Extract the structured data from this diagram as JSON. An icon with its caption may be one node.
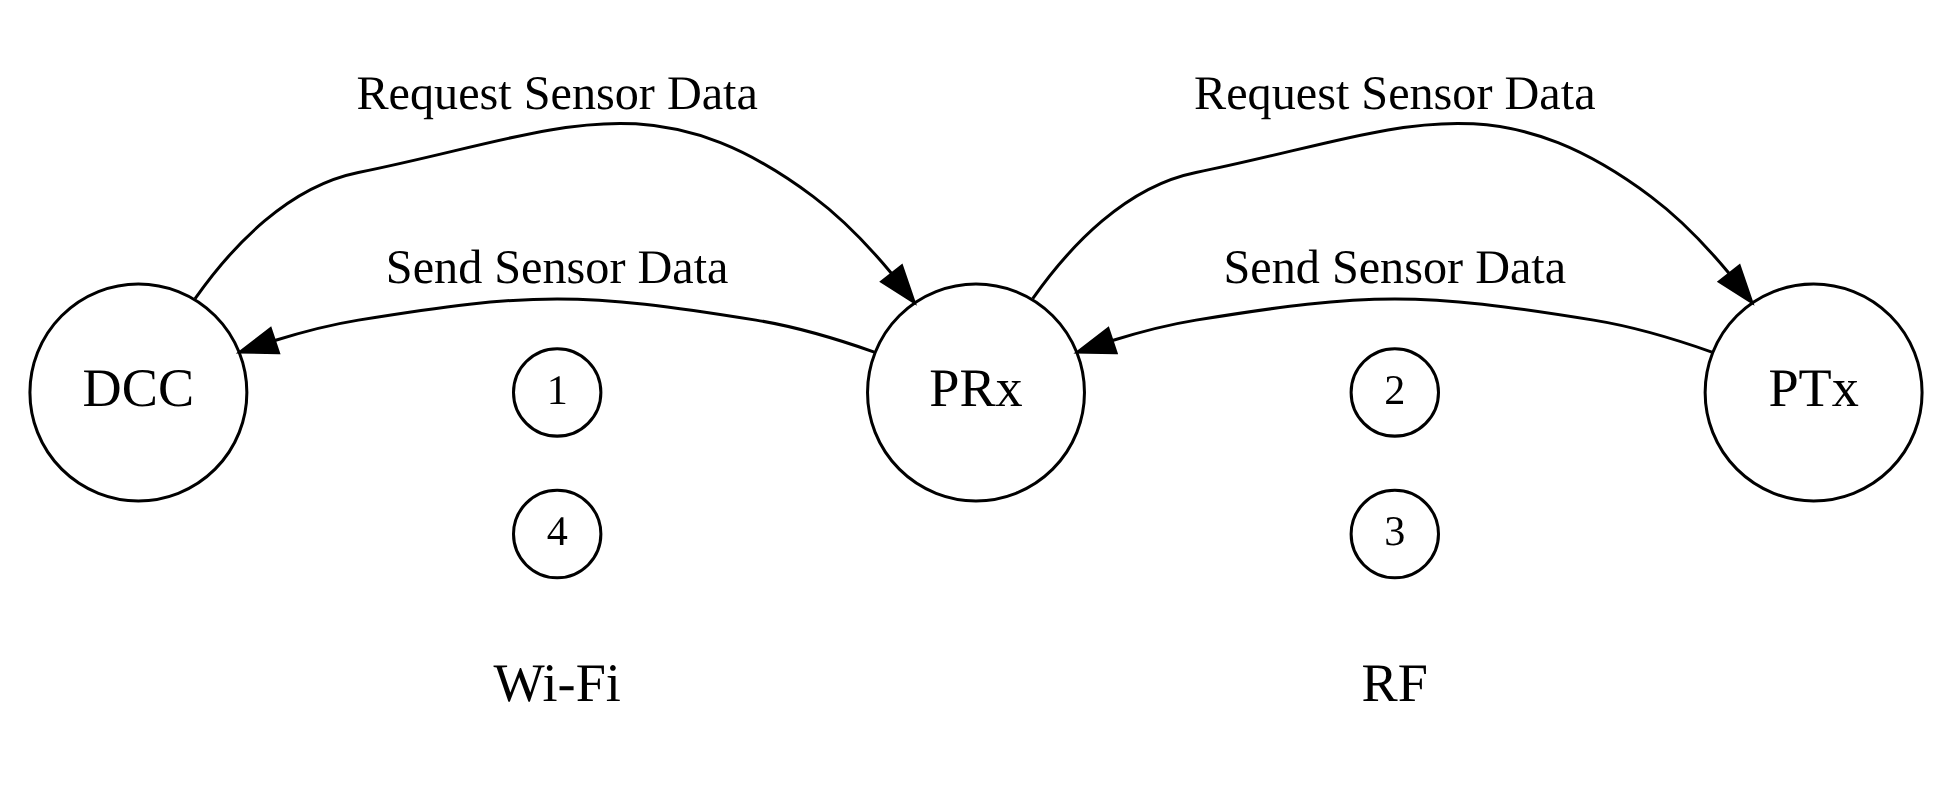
{
  "diagram": {
    "nodes": [
      {
        "text": [
          "DCC"
        ]
      },
      {
        "text": [
          "PRx"
        ]
      },
      {
        "text": [
          "PTx"
        ]
      },
      {
        "text": [
          "1"
        ]
      },
      {
        "text": [
          "2"
        ]
      },
      {
        "text": [
          "3"
        ]
      },
      {
        "text": [
          "4"
        ]
      }
    ],
    "edges": [
      {
        "from": 0,
        "to": 1,
        "arrow": "to",
        "label": "Request Sensor Data"
      },
      {
        "from": 1,
        "to": 2,
        "arrow": "to",
        "label": "Request Sensor Data"
      },
      {
        "from": 2,
        "to": 1,
        "arrow": "to",
        "label": "Send Sensor Data"
      },
      {
        "from": 1,
        "to": 0,
        "arrow": "to",
        "label": "Send Sensor Data"
      }
    ],
    "labels": [
      "Wi-Fi",
      "RF"
    ]
  }
}
